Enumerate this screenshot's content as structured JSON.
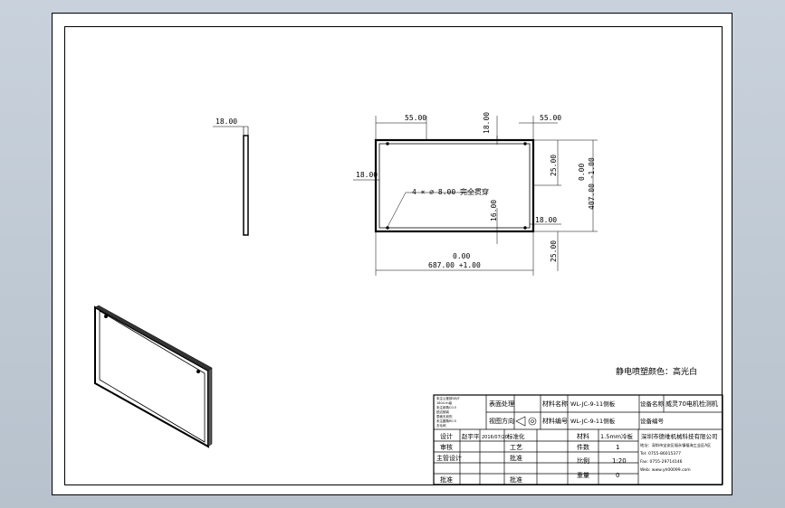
{
  "dimensions": {
    "side_thickness": "18.00",
    "top_left_offset": "55.00",
    "top_right_offset": "55.00",
    "vertical_small_top": "18.00",
    "left_inset": "18.00",
    "right_25_top": "25.00",
    "right_25_bottom": "25.00",
    "vertical_small_bottom": "16.00",
    "right_inset": "18.00",
    "height_tol": "0.00",
    "height_total": "407.00 -1.00",
    "width_tol": "0.00",
    "width_total": "687.00 +1.00",
    "hole_note": "4 × ⌀ 8.00 完全贯穿"
  },
  "notes": {
    "finish": "静电喷塑颜色：高光白"
  },
  "title_block": {
    "surface_label": "表面处理",
    "material_label": "材料名称",
    "material_code": "WL-JC-9-11侧板",
    "equipment_label": "设备名称",
    "equipment_name": "威灵70电机检测机",
    "standard_label": "视图方向",
    "part_no_label": "材料编号",
    "part_no": "WL-JC-9-11侧板",
    "equipment_no_label": "设备编号",
    "design_label": "设计",
    "design_name": "赵宇平",
    "design_date": "2016/07/20",
    "version_label": "标准化",
    "check_label": "审核",
    "craft_label": "工艺",
    "chief_label": "主管设计",
    "approve_label": "批准",
    "approve2_label": "批准",
    "count_label": "件数",
    "count": "1",
    "spec_label": "材料",
    "spec": "1.5mm冷板",
    "scale_label": "比例",
    "scale": "1:20",
    "weight_label": "重量",
    "weight": "0",
    "company": "深圳市德维机械科技有限公司",
    "address": "地址：深圳市宝安区福永镇福海工业区A区",
    "tel": "Tel: 0755-86015377",
    "fax": "Fax: 0755-29714146",
    "web": "Web: www.yh00099.com",
    "notes_small_1": "未注公差按GB/T",
    "notes_small_2": "1804-m级",
    "notes_small_3": "未注倒角C0.5",
    "notes_small_4": "锐边倒钝",
    "notes_small_5": "表面无划伤",
    "notes_small_6": "未注圆角R0.5",
    "notes_small_7": "去毛刺"
  }
}
